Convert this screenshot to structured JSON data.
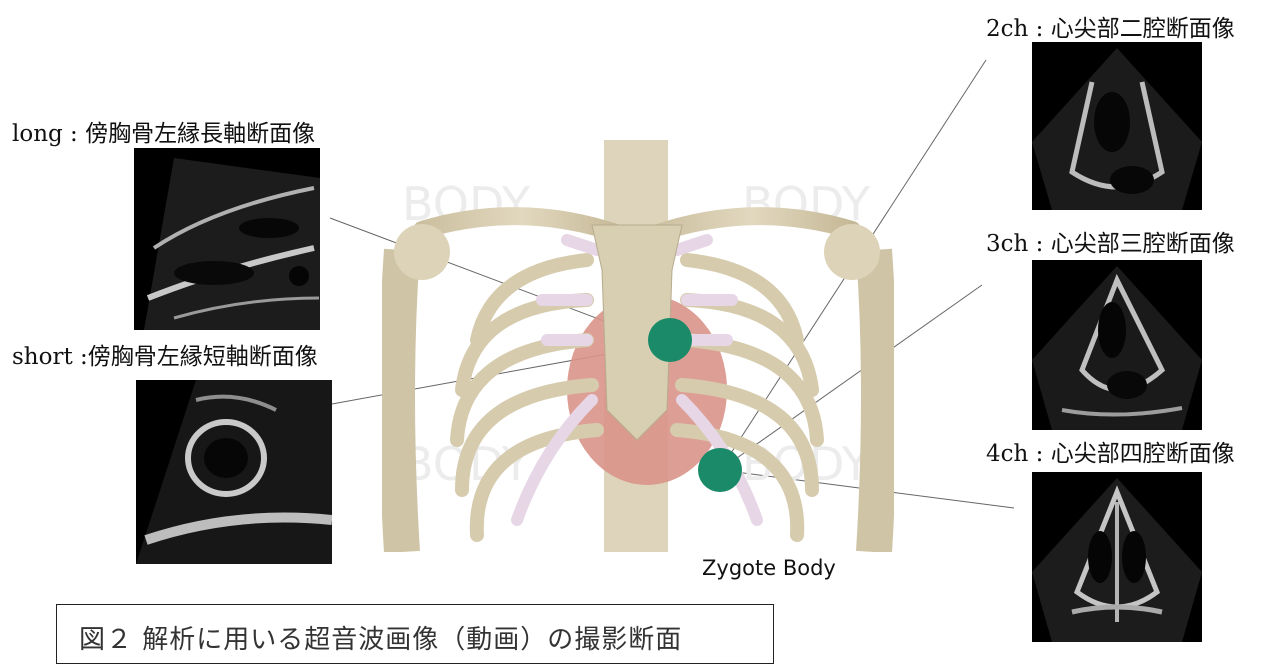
{
  "views": {
    "long": {
      "label": "long : 傍胸骨左縁長軸断面像"
    },
    "short": {
      "label": "short :傍胸骨左縁短軸断面像"
    },
    "two_ch": {
      "label": "2ch : 心尖部二腔断面像"
    },
    "three_ch": {
      "label": "3ch : 心尖部三腔断面像"
    },
    "four_ch": {
      "label": "4ch : 心尖部四腔断面像"
    }
  },
  "illustration": {
    "credit": "Zygote Body",
    "watermark_text": "BODY",
    "colors": {
      "bone": "#d7cdb1",
      "cartilage": "#e6d6e6",
      "heart": "#d9958a",
      "probe_marker": "#1a8a68"
    }
  },
  "caption": {
    "text": "図２ 解析に用いる超音波画像（動画）の撮影断面"
  }
}
